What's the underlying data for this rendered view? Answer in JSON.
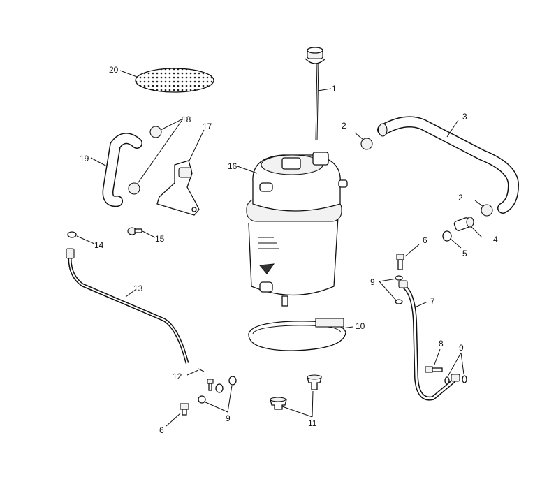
{
  "labels": [
    "1",
    "2",
    "3",
    "2",
    "4",
    "5",
    "6",
    "9",
    "7",
    "8",
    "9",
    "10",
    "11",
    "12",
    "9",
    "6",
    "13",
    "14",
    "15",
    "16",
    "17",
    "18",
    "19",
    "20"
  ]
}
